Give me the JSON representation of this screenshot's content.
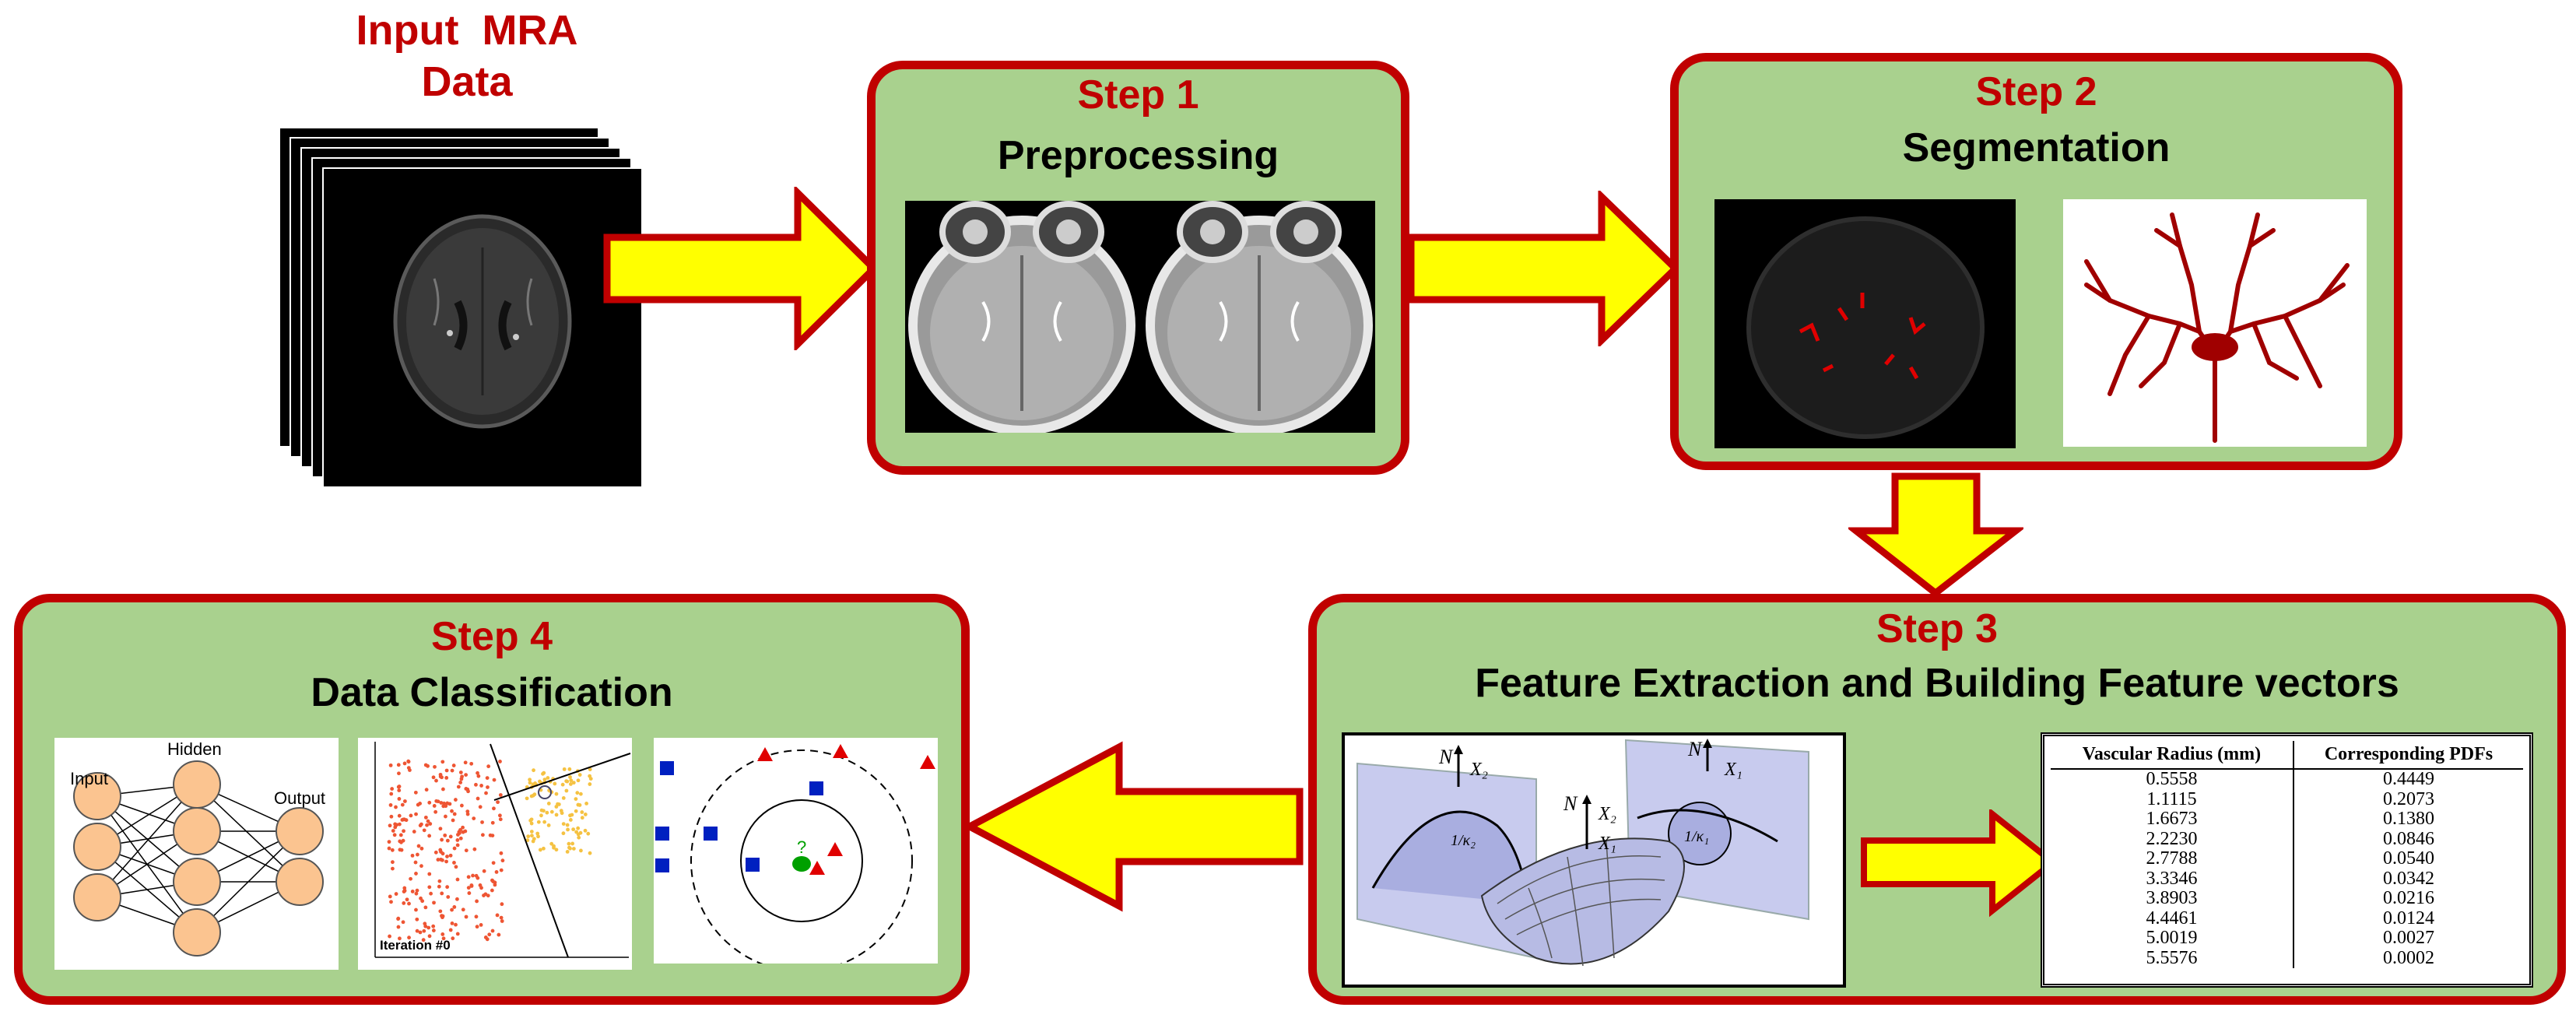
{
  "input": {
    "title_line1": "Input  MRA",
    "title_line2": "Data"
  },
  "step1": {
    "label": "Step 1",
    "title": "Preprocessing"
  },
  "step2": {
    "label": "Step 2",
    "title": "Segmentation"
  },
  "step3": {
    "label": "Step 3",
    "title": "Feature Extraction and Building Feature vectors",
    "surface_labels": {
      "normal": "N",
      "x1": "X₁",
      "x2": "X₂",
      "k1": "1/κ₁",
      "k2": "1/κ₂"
    },
    "table": {
      "headers": [
        "Vascular Radius (mm)",
        "Corresponding PDFs"
      ],
      "rows": [
        [
          "0.5558",
          "0.4449"
        ],
        [
          "1.1115",
          "0.2073"
        ],
        [
          "1.6673",
          "0.1380"
        ],
        [
          "2.2230",
          "0.0846"
        ],
        [
          "2.7788",
          "0.0540"
        ],
        [
          "3.3346",
          "0.0342"
        ],
        [
          "3.8903",
          "0.0216"
        ],
        [
          "4.4461",
          "0.0124"
        ],
        [
          "5.0019",
          "0.0027"
        ],
        [
          "5.5576",
          "0.0002"
        ]
      ]
    }
  },
  "step4": {
    "label": "Step 4",
    "title": "Data Classification",
    "nn": {
      "input_label": "Input",
      "hidden_label": "Hidden",
      "output_label": "Output"
    },
    "scatter": {
      "iteration_label": "Iteration #0"
    },
    "knn": {
      "query_label": "?"
    }
  },
  "colors": {
    "panel_fill": "#a9d18e",
    "panel_border": "#c00000",
    "arrow_fill": "#ffff00",
    "arrow_border": "#c00000",
    "title_red": "#c00000"
  }
}
